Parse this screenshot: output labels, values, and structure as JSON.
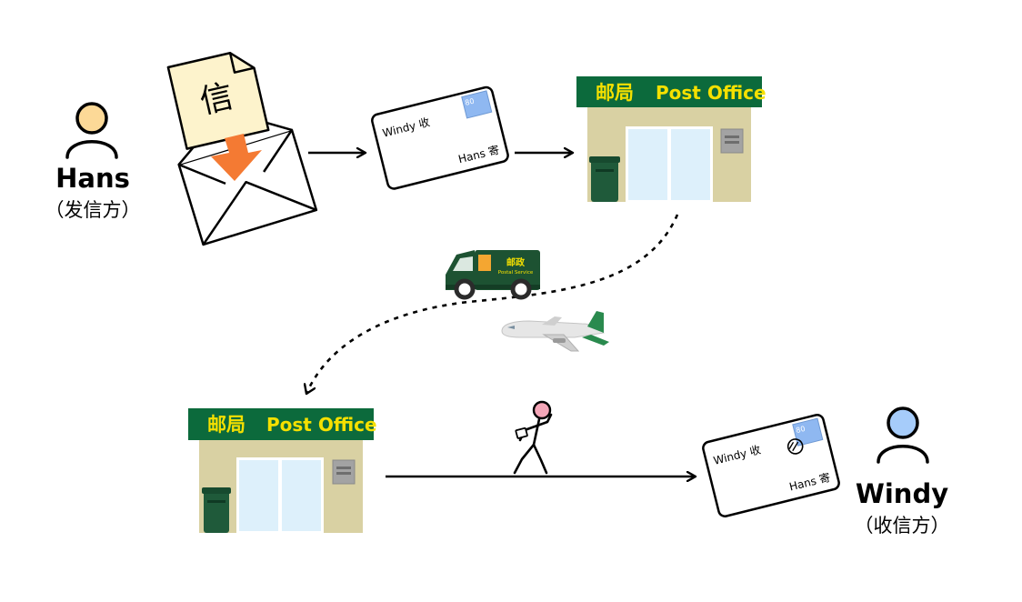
{
  "sender": {
    "name": "Hans",
    "role": "（发信方）"
  },
  "receiver": {
    "name": "Windy",
    "role": "（收信方）"
  },
  "letter": {
    "char": "信"
  },
  "envelope": {
    "to": "Windy 收",
    "from": "Hans 寄",
    "stamp": "80"
  },
  "post_office": {
    "cn": "邮局",
    "en": "Post Office"
  },
  "van": {
    "cn": "邮政",
    "en": "Postal Service"
  },
  "colors": {
    "sign_green": "#0c6a3c",
    "sign_text": "#f5e000",
    "building": "#d9d1a3",
    "glass": "#ddf0fb",
    "mailbox": "#1f5a3a",
    "sender_head": "#fcd997",
    "receiver_head": "#a6ccfa",
    "courier_head": "#f4a6b8",
    "arrow_orange": "#f47a33",
    "stamp_blue": "#8fb8f1"
  }
}
